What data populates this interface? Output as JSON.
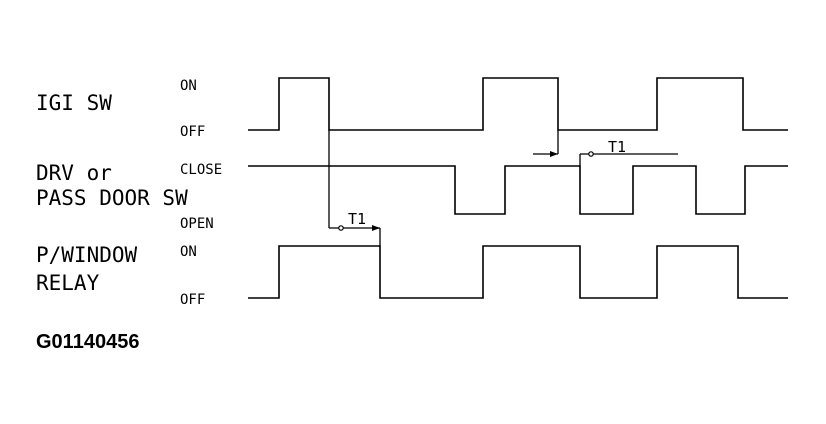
{
  "signals": {
    "ign": {
      "name": "IGI SW",
      "high": "ON",
      "low": "OFF"
    },
    "door": {
      "name_line1": "DRV or",
      "name_line2": "PASS DOOR SW",
      "high": "CLOSE",
      "low": "OPEN"
    },
    "relay": {
      "name_line1": "P/WINDOW",
      "name_line2": "RELAY",
      "high": "ON",
      "low": "OFF"
    }
  },
  "timers": {
    "t1_first": "T1",
    "t1_second": "T1"
  },
  "figure_code": "G01140456"
}
